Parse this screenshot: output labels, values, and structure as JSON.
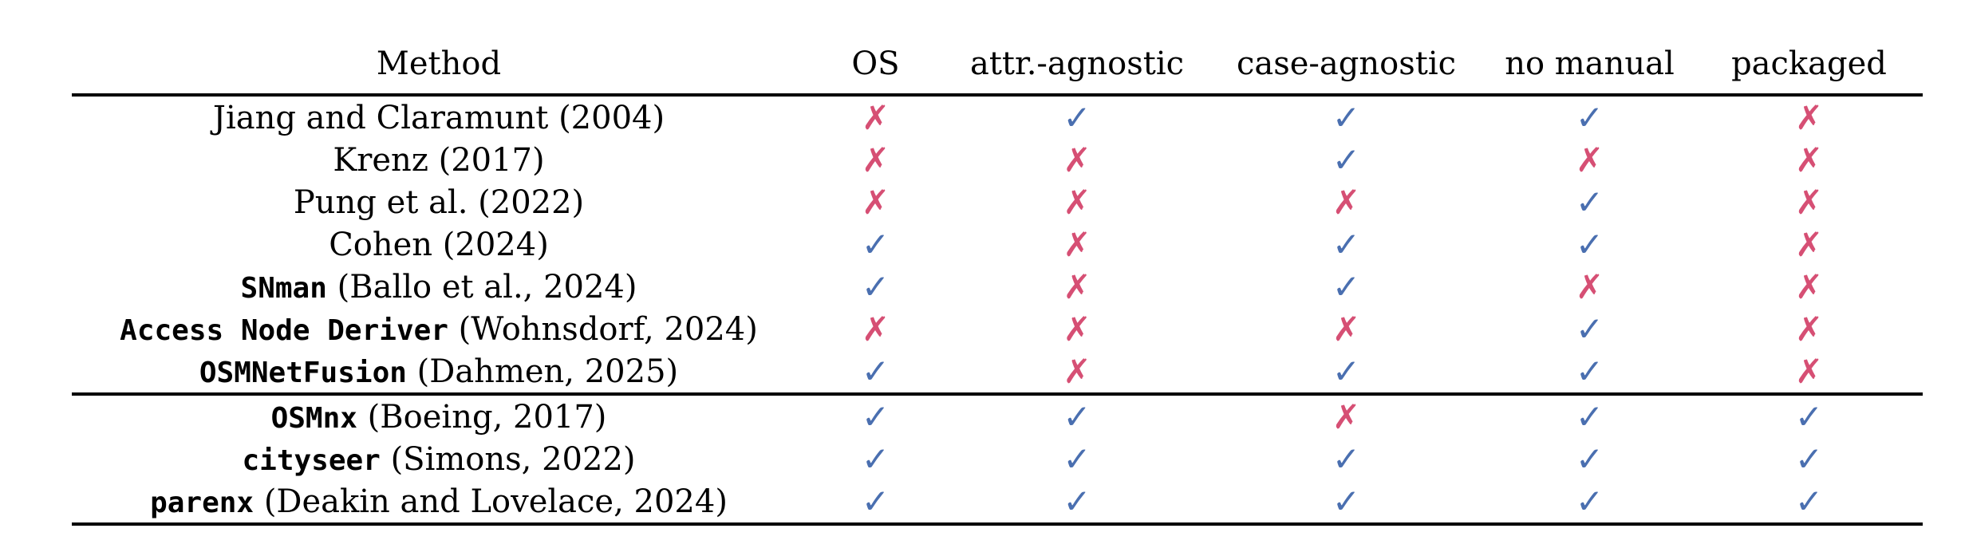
{
  "table": {
    "header": {
      "method": "Method",
      "criteria": [
        "OS",
        "attr.-agnostic",
        "case-agnostic",
        "no manual",
        "packaged"
      ]
    },
    "symbols": {
      "check": "✓",
      "cross": "✗"
    },
    "colors": {
      "check": "#4a6fb0",
      "cross": "#d64f74"
    },
    "groups": [
      {
        "rows": [
          {
            "code": "",
            "name": "Jiang and Claramunt (2004)",
            "marks": [
              "cross",
              "check",
              "check",
              "check",
              "cross"
            ]
          },
          {
            "code": "",
            "name": "Krenz (2017)",
            "marks": [
              "cross",
              "cross",
              "check",
              "cross",
              "cross"
            ]
          },
          {
            "code": "",
            "name": "Pung et al. (2022)",
            "marks": [
              "cross",
              "cross",
              "cross",
              "check",
              "cross"
            ]
          },
          {
            "code": "",
            "name": "Cohen (2024)",
            "marks": [
              "check",
              "cross",
              "check",
              "check",
              "cross"
            ]
          },
          {
            "code": "SNman",
            "name": " (Ballo et al., 2024)",
            "marks": [
              "check",
              "cross",
              "check",
              "cross",
              "cross"
            ]
          },
          {
            "code": "Access Node Deriver",
            "name": " (Wohnsdorf, 2024)",
            "marks": [
              "cross",
              "cross",
              "cross",
              "check",
              "cross"
            ]
          },
          {
            "code": "OSMNetFusion",
            "name": " (Dahmen, 2025)",
            "marks": [
              "check",
              "cross",
              "check",
              "check",
              "cross"
            ]
          }
        ]
      },
      {
        "rows": [
          {
            "code": "OSMnx",
            "name": " (Boeing, 2017)",
            "marks": [
              "check",
              "check",
              "cross",
              "check",
              "check"
            ]
          },
          {
            "code": "cityseer",
            "name": " (Simons, 2022)",
            "marks": [
              "check",
              "check",
              "check",
              "check",
              "check"
            ]
          },
          {
            "code": "parenx",
            "name": " (Deakin and Lovelace, 2024)",
            "marks": [
              "check",
              "check",
              "check",
              "check",
              "check"
            ]
          }
        ]
      }
    ]
  }
}
